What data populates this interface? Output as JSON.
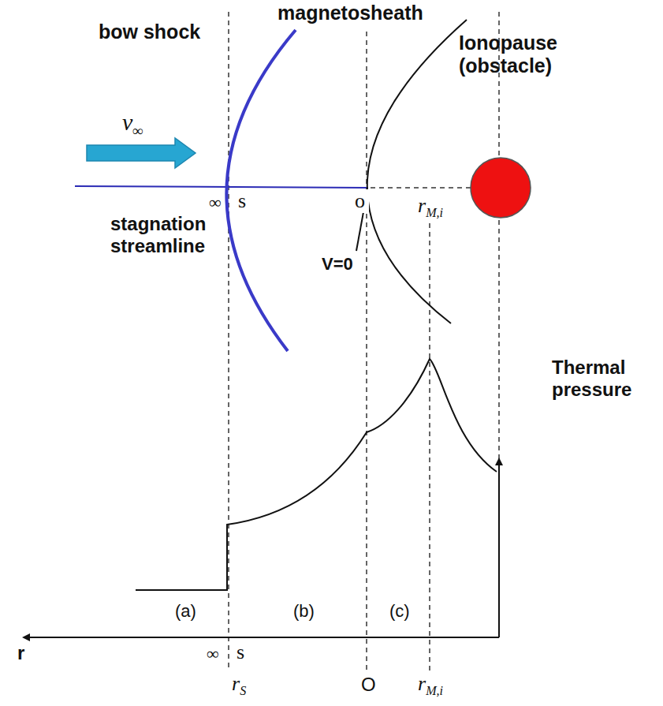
{
  "diagram": {
    "labels": [
      "bow shock",
      "magnetosheath",
      "Ionopause (obstacle)",
      "v∞",
      "stagnation streamline",
      "∞",
      "s",
      "o",
      "V=0",
      "rM,i",
      "Thermal pressure",
      "(a)",
      "(b)",
      "(c)",
      "r",
      "∞",
      "s",
      "rS",
      "O",
      "rM,i"
    ]
  }
}
